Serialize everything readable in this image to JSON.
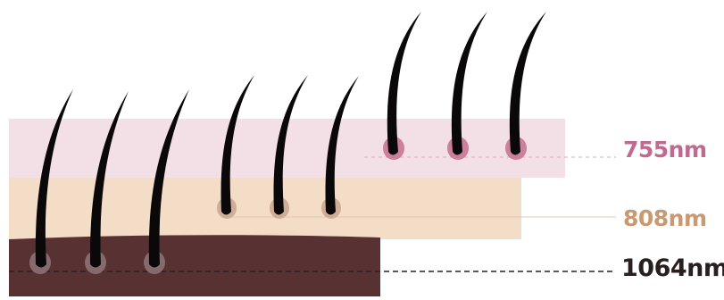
{
  "layers": [
    {
      "id": "755",
      "label": "755nm",
      "color": "#f3e0e6",
      "follicle_color": "#c97592",
      "line_color": "#d9aebd",
      "label_color": "#c06a8f"
    },
    {
      "id": "808",
      "label": "808nm",
      "color": "#f4ddc7",
      "follicle_color": "#caa793",
      "line_color": "#e3c8b2",
      "label_color": "#c89a73"
    },
    {
      "id": "1064",
      "label": "1064nm",
      "color": "#583232",
      "follicle_color": "#8f7478",
      "line_color": "#222222",
      "label_color": "#2a1f1f"
    }
  ],
  "hair_color": "#0a0808"
}
